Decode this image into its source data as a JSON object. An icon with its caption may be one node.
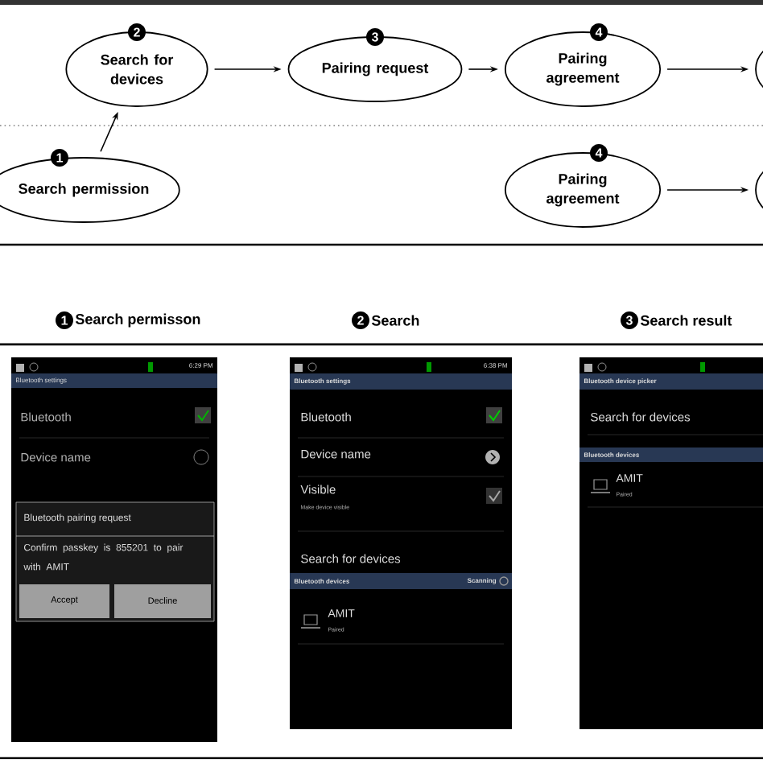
{
  "diagram": {
    "nodes": [
      {
        "text": [
          "2",
          "Search for devices"
        ]
      },
      {
        "text": [
          "3",
          "Pairing request"
        ]
      },
      {
        "text": [
          "4",
          "Pairing agreement"
        ]
      },
      {
        "text": [],
        "shape": "ellipse"
      },
      {
        "text": [
          "1",
          "Search permission"
        ]
      },
      {
        "text": [
          "4",
          "Pairing agreement"
        ]
      },
      {
        "text": [],
        "shape": "ellipse"
      }
    ],
    "edges": [
      {
        "from": 4,
        "to": 0,
        "arrow": "to"
      },
      {
        "from": 0,
        "to": 1,
        "arrow": "to"
      },
      {
        "from": 1,
        "to": 2,
        "arrow": "to"
      },
      {
        "from": 2,
        "to": 3,
        "arrow": "to"
      },
      {
        "from": 5,
        "to": 6,
        "arrow": "to"
      }
    ],
    "labels": [
      "1",
      "Search permisson",
      "2",
      "Search",
      "3",
      "Search result",
      "6:29 PM",
      "Bluetooth settings",
      "Bluetooth",
      "Device name",
      "Bluetooth pairing request",
      "Confirm passkey is 855201 to pair with AMIT",
      "Accept",
      "Decline",
      "6:38 PM",
      "Bluetooth settings",
      "Bluetooth",
      "Device name",
      "Visible",
      "Make device visible",
      "Search for devices",
      "Bluetooth devices",
      "Scanning",
      "AMIT",
      "Paired",
      "Bluetooth device picker",
      "Search for devices",
      "Bluetooth devices",
      "AMIT",
      "Paired"
    ]
  }
}
